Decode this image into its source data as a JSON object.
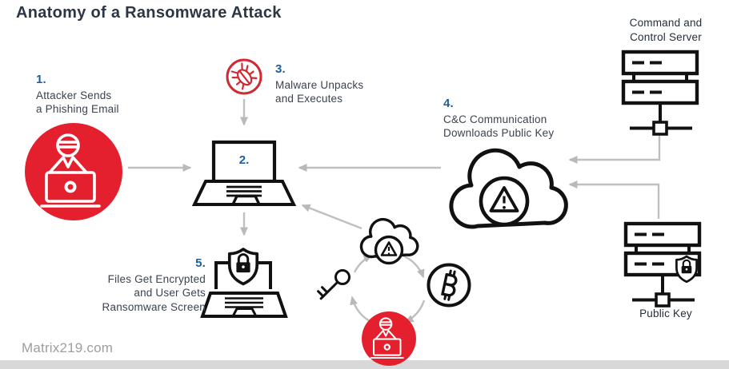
{
  "title": "Anatomy of a Ransomware Attack",
  "watermark": "Matrix219.com",
  "steps": [
    {
      "num": "1.",
      "label": "Attacker Sends\na Phishing Email"
    },
    {
      "num": "2.",
      "label": ""
    },
    {
      "num": "3.",
      "label": "Malware Unpacks\nand Executes"
    },
    {
      "num": "4.",
      "label": "C&C Communication\nDownloads Public Key"
    },
    {
      "num": "5.",
      "label": "Files Get Encrypted\nand User Gets\nRansomware Screen"
    }
  ],
  "nodes": {
    "cc_server": "Command and\nControl Server",
    "public_key": "Public Key"
  },
  "icons": {
    "attacker": "hacker-at-laptop-icon",
    "victim_machine": "laptop-icon",
    "malware": "bug-icon",
    "cnc_cloud": "cloud-warning-icon",
    "cycle_cloud": "cloud-warning-icon-small",
    "ransom_screen": "laptop-shield-lock-icon",
    "cc_server": "server-icon",
    "public_key_server": "server-shield-lock-icon",
    "payment": "bitcoin-icon",
    "decryption_key": "key-icon",
    "cycle_attacker": "hacker-at-laptop-icon-small"
  },
  "colors": {
    "accent_red": "#e4202e",
    "bug_red": "#ce2b33",
    "number_blue": "#1d5e9c",
    "text_dark": "#3a434f",
    "icon_black": "#111111",
    "arrow_gray": "#bfbfbf",
    "watermark_gray": "#9e9e9e",
    "footer_bar": "#d8d8d8"
  }
}
